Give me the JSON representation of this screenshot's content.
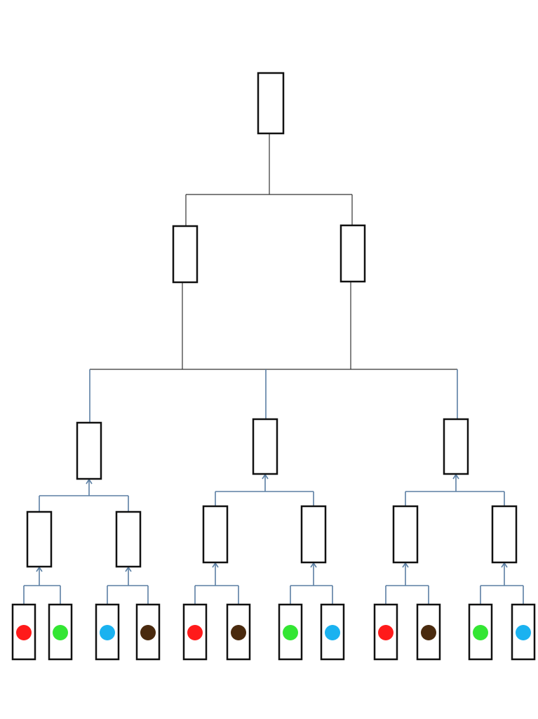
{
  "diagram": {
    "type": "tree",
    "colors": {
      "background": "#ffffff",
      "box_stroke": "#111111",
      "upper_connector": "#333333",
      "lower_connector": "#5b7fa3",
      "red": "#ff1a1a",
      "green": "#33e633",
      "blue": "#1ab2f0",
      "brown": "#4a2a0e"
    },
    "leaf_dots": [
      "red",
      "green",
      "blue",
      "brown",
      "red",
      "brown",
      "green",
      "blue",
      "red",
      "brown",
      "green",
      "blue"
    ]
  }
}
